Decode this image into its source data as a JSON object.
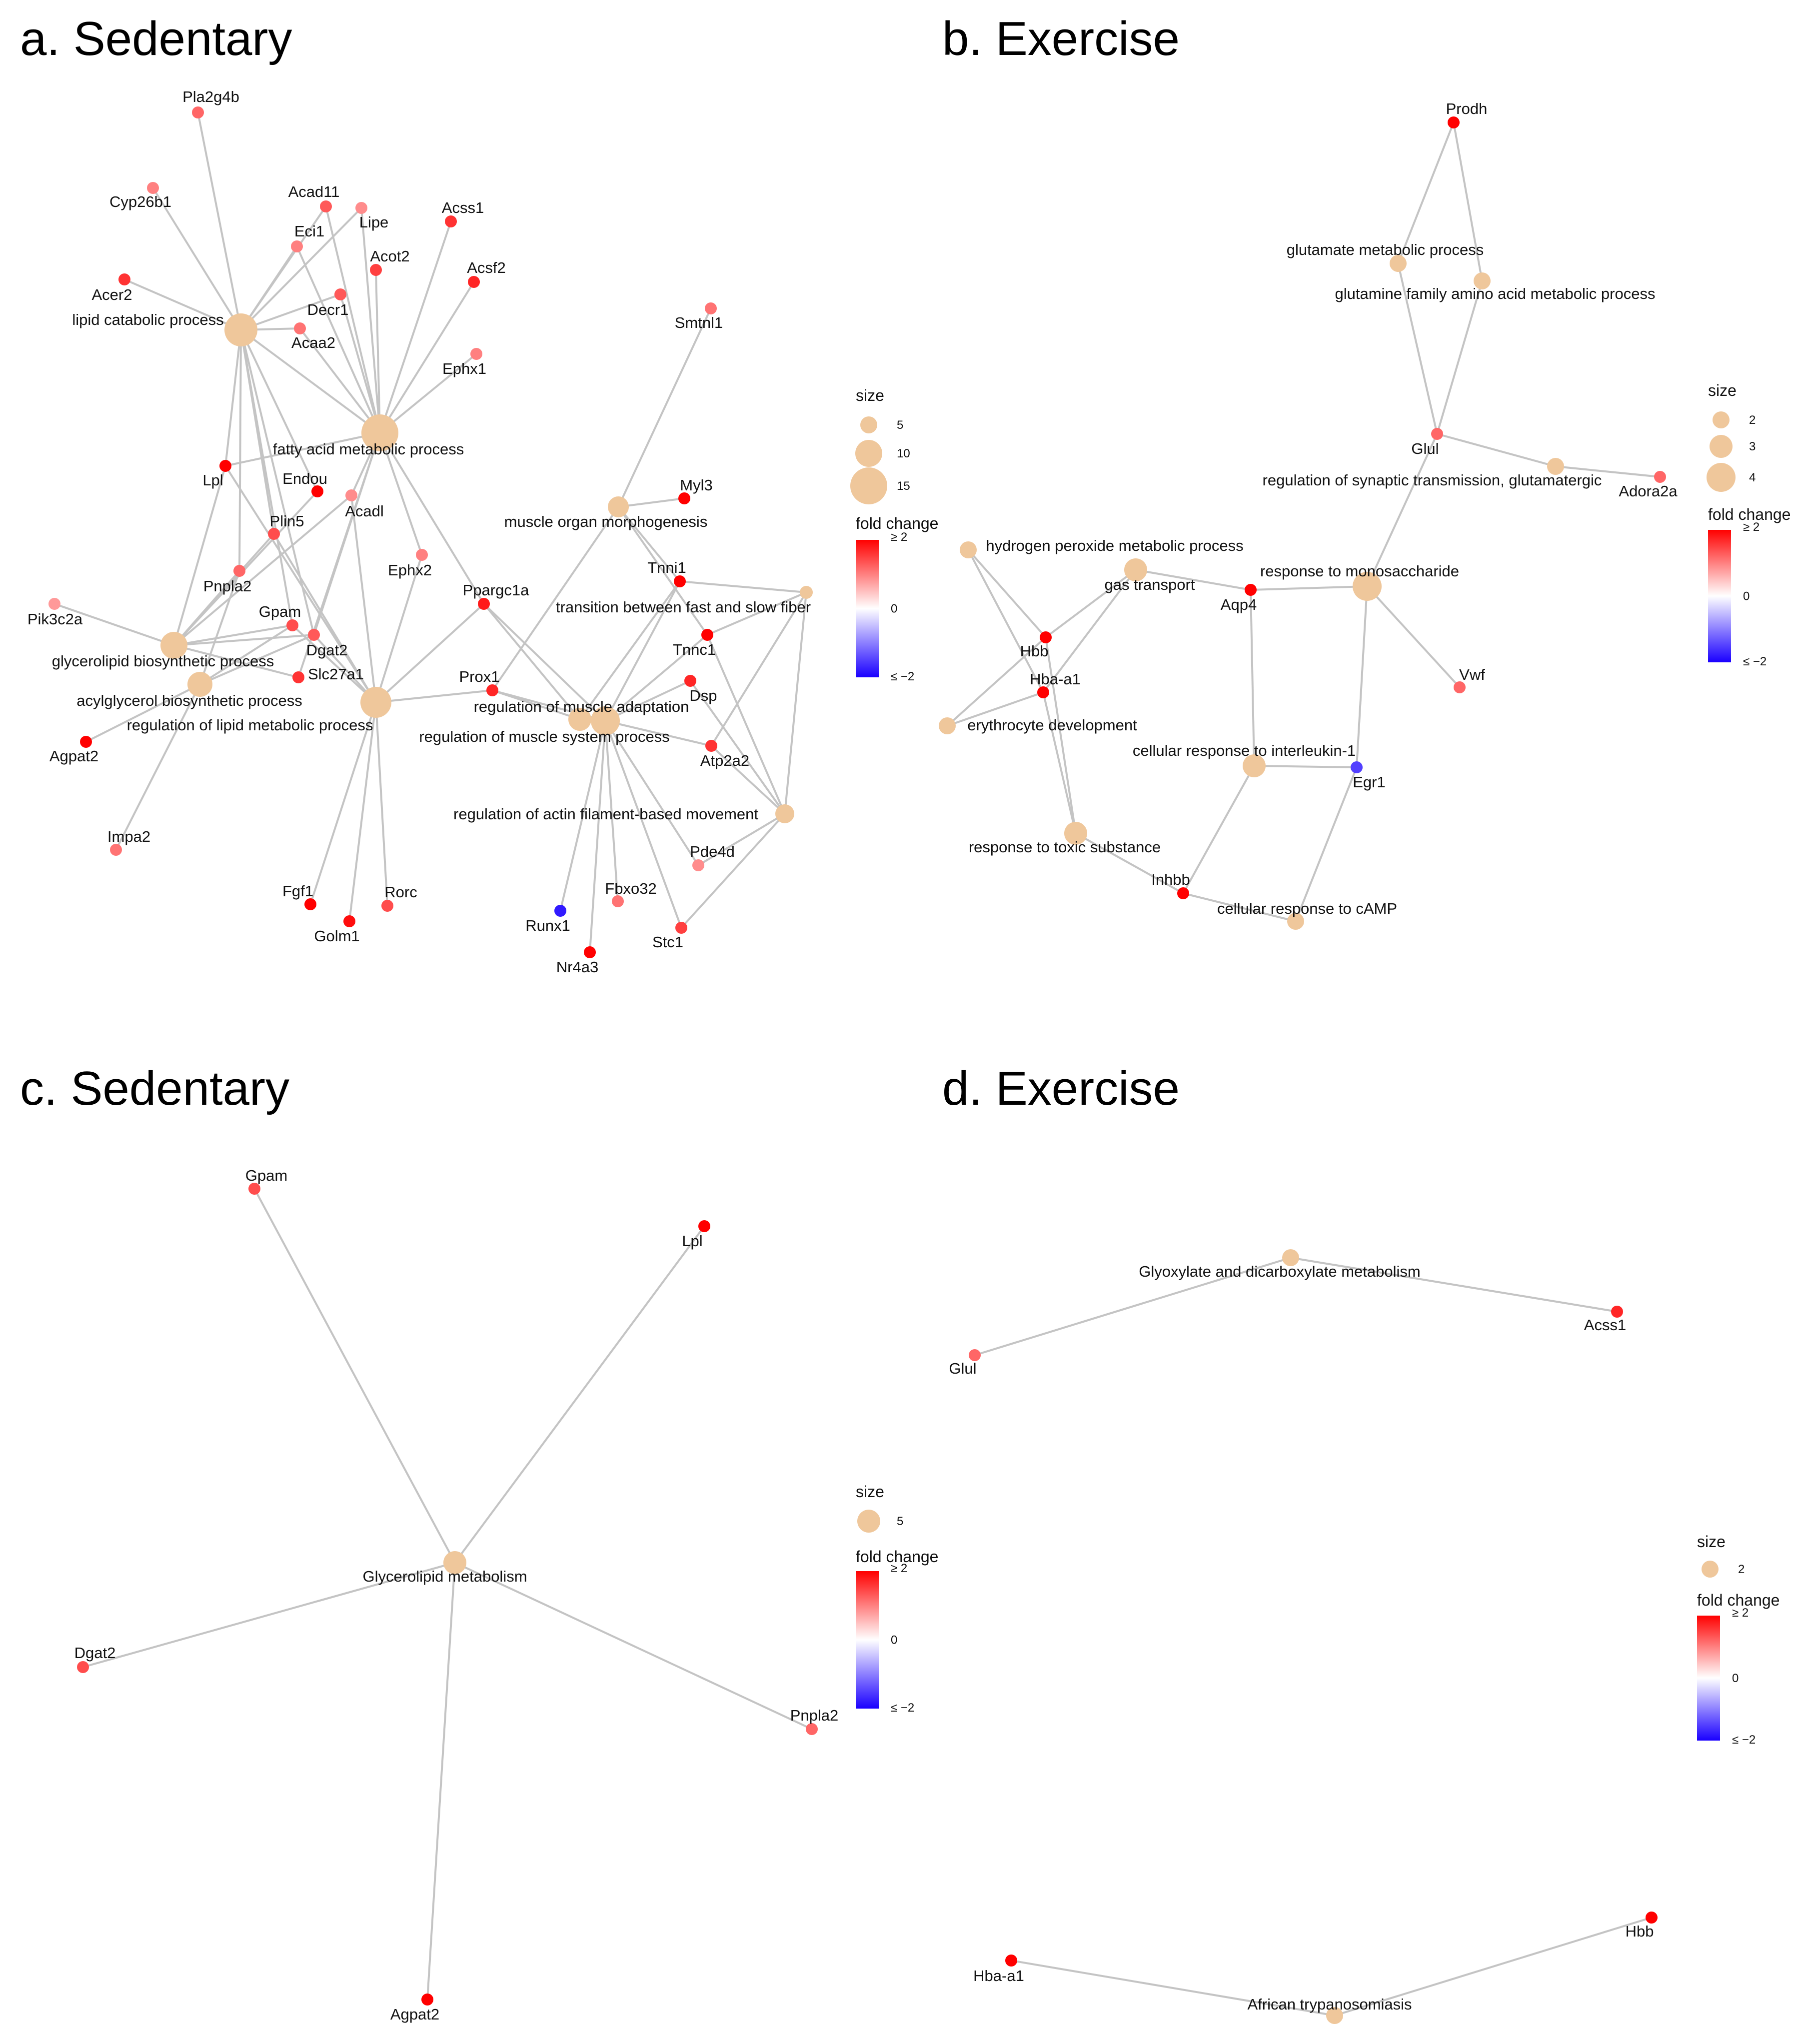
{
  "colors": {
    "term": "#efc79b",
    "edge": "#c4c4c4",
    "fc_high": "#ff0000",
    "fc_mid": "#ffffff",
    "fc_low": "#1a00ff",
    "text": "#111111"
  },
  "legend_text": {
    "size_title": "size",
    "fc_title": "fold change",
    "fc_high": "≥ 2",
    "fc_mid": "0",
    "fc_low": "≤ −2"
  },
  "panels": [
    {
      "id": "a",
      "title": "a. Sedentary",
      "legend": {
        "sizes": [
          5,
          10,
          15
        ]
      },
      "terms": [
        {
          "id": "lcp",
          "label": "lipid catabolic process",
          "size": 13
        },
        {
          "id": "famp",
          "label": "fatty acid metabolic process",
          "size": 15
        },
        {
          "id": "gbp",
          "label": "glycerolipid biosynthetic process",
          "size": 10
        },
        {
          "id": "abp",
          "label": "acylglycerol biosynthetic process",
          "size": 9
        },
        {
          "id": "rlmp",
          "label": "regulation of lipid metabolic process",
          "size": 12
        },
        {
          "id": "mom",
          "label": "muscle organ morphogenesis",
          "size": 7
        },
        {
          "id": "tfs",
          "label": "transition between fast and slow fiber",
          "size": 3
        },
        {
          "id": "rma",
          "label": "regulation of muscle adaptation",
          "size": 8
        },
        {
          "id": "rmsp",
          "label": "regulation of muscle system process",
          "size": 11
        },
        {
          "id": "rafm",
          "label": "regulation of actin filament-based movement",
          "size": 6
        }
      ],
      "genes": [
        {
          "id": "Pla2g4b",
          "label": "Pla2g4b",
          "fc": 1.2
        },
        {
          "id": "Cyp26b1",
          "label": "Cyp26b1",
          "fc": 1.0
        },
        {
          "id": "Acad11",
          "label": "Acad11",
          "fc": 1.3
        },
        {
          "id": "Lipe",
          "label": "Lipe",
          "fc": 0.9
        },
        {
          "id": "Eci1",
          "label": "Eci1",
          "fc": 1.0
        },
        {
          "id": "Acss1",
          "label": "Acss1",
          "fc": 1.6
        },
        {
          "id": "Acot2",
          "label": "Acot2",
          "fc": 1.5
        },
        {
          "id": "Acsf2",
          "label": "Acsf2",
          "fc": 1.7
        },
        {
          "id": "Acer2",
          "label": "Acer2",
          "fc": 1.6
        },
        {
          "id": "Decr1",
          "label": "Decr1",
          "fc": 1.3
        },
        {
          "id": "Acaa2",
          "label": "Acaa2",
          "fc": 1.1
        },
        {
          "id": "Ephx1",
          "label": "Ephx1",
          "fc": 1.0
        },
        {
          "id": "Smtnl1",
          "label": "Smtnl1",
          "fc": 1.1
        },
        {
          "id": "Lpl",
          "label": "Lpl",
          "fc": 2.0
        },
        {
          "id": "Endou",
          "label": "Endou",
          "fc": 2.0
        },
        {
          "id": "Acadl",
          "label": "Acadl",
          "fc": 0.9
        },
        {
          "id": "Plin5",
          "label": "Plin5",
          "fc": 1.4
        },
        {
          "id": "Myl3",
          "label": "Myl3",
          "fc": 2.0
        },
        {
          "id": "Ephx2",
          "label": "Ephx2",
          "fc": 1.0
        },
        {
          "id": "Pnpla2",
          "label": "Pnpla2",
          "fc": 1.2
        },
        {
          "id": "Tnni1",
          "label": "Tnni1",
          "fc": 2.0
        },
        {
          "id": "Ppargc1a",
          "label": "Ppargc1a",
          "fc": 1.8
        },
        {
          "id": "Pik3c2a",
          "label": "Pik3c2a",
          "fc": 0.8
        },
        {
          "id": "Gpam",
          "label": "Gpam",
          "fc": 1.4
        },
        {
          "id": "Dgat2",
          "label": "Dgat2",
          "fc": 1.3
        },
        {
          "id": "Tnnc1",
          "label": "Tnnc1",
          "fc": 2.0
        },
        {
          "id": "Slc27a1",
          "label": "Slc27a1",
          "fc": 1.6
        },
        {
          "id": "Dsp",
          "label": "Dsp",
          "fc": 1.7
        },
        {
          "id": "Prox1",
          "label": "Prox1",
          "fc": 1.7
        },
        {
          "id": "Agpat2",
          "label": "Agpat2",
          "fc": 2.0
        },
        {
          "id": "Atp2a2",
          "label": "Atp2a2",
          "fc": 1.6
        },
        {
          "id": "Impa2",
          "label": "Impa2",
          "fc": 1.1
        },
        {
          "id": "Pde4d",
          "label": "Pde4d",
          "fc": 0.9
        },
        {
          "id": "Fgf1",
          "label": "Fgf1",
          "fc": 2.0
        },
        {
          "id": "Rorc",
          "label": "Rorc",
          "fc": 1.4
        },
        {
          "id": "Fbxo32",
          "label": "Fbxo32",
          "fc": 1.1
        },
        {
          "id": "Golm1",
          "label": "Golm1",
          "fc": 1.9
        },
        {
          "id": "Runx1",
          "label": "Runx1",
          "fc": -1.8
        },
        {
          "id": "Stc1",
          "label": "Stc1",
          "fc": 1.5
        },
        {
          "id": "Nr4a3",
          "label": "Nr4a3",
          "fc": 2.0
        }
      ],
      "edges": [
        [
          "lcp",
          "Pla2g4b"
        ],
        [
          "lcp",
          "Cyp26b1"
        ],
        [
          "lcp",
          "Acer2"
        ],
        [
          "lcp",
          "Acad11"
        ],
        [
          "lcp",
          "Lipe"
        ],
        [
          "lcp",
          "Eci1"
        ],
        [
          "lcp",
          "Decr1"
        ],
        [
          "lcp",
          "Acaa2"
        ],
        [
          "lcp",
          "Lpl"
        ],
        [
          "lcp",
          "Plin5"
        ],
        [
          "lcp",
          "Pnpla2"
        ],
        [
          "lcp",
          "Dgat2"
        ],
        [
          "lcp",
          "Gpam"
        ],
        [
          "lcp",
          "Endou"
        ],
        [
          "lcp",
          "famp"
        ],
        [
          "famp",
          "Acad11"
        ],
        [
          "famp",
          "Lipe"
        ],
        [
          "famp",
          "Eci1"
        ],
        [
          "famp",
          "Acss1"
        ],
        [
          "famp",
          "Acot2"
        ],
        [
          "famp",
          "Acsf2"
        ],
        [
          "famp",
          "Decr1"
        ],
        [
          "famp",
          "Acaa2"
        ],
        [
          "famp",
          "Ephx1"
        ],
        [
          "famp",
          "Acadl"
        ],
        [
          "famp",
          "Ephx2"
        ],
        [
          "famp",
          "Ppargc1a"
        ],
        [
          "famp",
          "Lpl"
        ],
        [
          "famp",
          "Dgat2"
        ],
        [
          "famp",
          "Slc27a1"
        ],
        [
          "gbp",
          "Pik3c2a"
        ],
        [
          "gbp",
          "Lpl"
        ],
        [
          "gbp",
          "Plin5"
        ],
        [
          "gbp",
          "Pnpla2"
        ],
        [
          "gbp",
          "Gpam"
        ],
        [
          "gbp",
          "Dgat2"
        ],
        [
          "gbp",
          "Slc27a1"
        ],
        [
          "gbp",
          "Acadl"
        ],
        [
          "gbp",
          "Endou"
        ],
        [
          "abp",
          "Gpam"
        ],
        [
          "abp",
          "Dgat2"
        ],
        [
          "abp",
          "Agpat2"
        ],
        [
          "abp",
          "Impa2"
        ],
        [
          "abp",
          "Pnpla2"
        ],
        [
          "rlmp",
          "Plin5"
        ],
        [
          "rlmp",
          "Acadl"
        ],
        [
          "rlmp",
          "Ephx2"
        ],
        [
          "rlmp",
          "Ppargc1a"
        ],
        [
          "rlmp",
          "Fgf1"
        ],
        [
          "rlmp",
          "Golm1"
        ],
        [
          "rlmp",
          "Rorc"
        ],
        [
          "rlmp",
          "Prox1"
        ],
        [
          "rlmp",
          "Lpl"
        ],
        [
          "rlmp",
          "Gpam"
        ],
        [
          "rlmp",
          "Dgat2"
        ],
        [
          "mom",
          "Smtnl1"
        ],
        [
          "mom",
          "Myl3"
        ],
        [
          "mom",
          "Tnni1"
        ],
        [
          "mom",
          "Tnnc1"
        ],
        [
          "mom",
          "Prox1"
        ],
        [
          "tfs",
          "Tnni1"
        ],
        [
          "tfs",
          "Tnnc1"
        ],
        [
          "tfs",
          "Atp2a2"
        ],
        [
          "rma",
          "Tnni1"
        ],
        [
          "rma",
          "Ppargc1a"
        ],
        [
          "rma",
          "Prox1"
        ],
        [
          "rmsp",
          "Tnni1"
        ],
        [
          "rmsp",
          "Tnnc1"
        ],
        [
          "rmsp",
          "Dsp"
        ],
        [
          "rmsp",
          "Atp2a2"
        ],
        [
          "rmsp",
          "Runx1"
        ],
        [
          "rmsp",
          "Nr4a3"
        ],
        [
          "rmsp",
          "Fbxo32"
        ],
        [
          "rmsp",
          "Stc1"
        ],
        [
          "rmsp",
          "Ppargc1a"
        ],
        [
          "rmsp",
          "Prox1"
        ],
        [
          "rmsp",
          "Pde4d"
        ],
        [
          "rafm",
          "Tnnc1"
        ],
        [
          "rafm",
          "Dsp"
        ],
        [
          "rafm",
          "Atp2a2"
        ],
        [
          "rafm",
          "Pde4d"
        ],
        [
          "rafm",
          "Stc1"
        ],
        [
          "rafm",
          "tfs"
        ]
      ]
    },
    {
      "id": "b",
      "title": "b. Exercise",
      "legend": {
        "sizes": [
          2,
          3,
          4
        ]
      },
      "terms": [
        {
          "id": "gmp",
          "label": "glutamate metabolic process",
          "size": 2
        },
        {
          "id": "gfap",
          "label": "glutamine family amino acid metabolic process",
          "size": 2
        },
        {
          "id": "rst",
          "label": "regulation of synaptic transmission, glutamatergic",
          "size": 2
        },
        {
          "id": "hpm",
          "label": "hydrogen peroxide metabolic process",
          "size": 2
        },
        {
          "id": "gas",
          "label": "gas transport",
          "size": 3
        },
        {
          "id": "rms",
          "label": "response to monosaccharide",
          "size": 4
        },
        {
          "id": "ery",
          "label": "erythrocyte development",
          "size": 2
        },
        {
          "id": "cri",
          "label": "cellular response to interleukin-1",
          "size": 3
        },
        {
          "id": "rts",
          "label": "response to toxic substance",
          "size": 3
        },
        {
          "id": "crc",
          "label": "cellular response to cAMP",
          "size": 2
        }
      ],
      "genes": [
        {
          "id": "Prodh",
          "label": "Prodh",
          "fc": 2.0
        },
        {
          "id": "Glul",
          "label": "Glul",
          "fc": 1.2
        },
        {
          "id": "Adora2a",
          "label": "Adora2a",
          "fc": 1.2
        },
        {
          "id": "Aqp4",
          "label": "Aqp4",
          "fc": 2.0
        },
        {
          "id": "Hbb",
          "label": "Hbb",
          "fc": 2.0
        },
        {
          "id": "Hba-a1",
          "label": "Hba-a1",
          "fc": 2.0
        },
        {
          "id": "Vwf",
          "label": "Vwf",
          "fc": 1.2
        },
        {
          "id": "Egr1",
          "label": "Egr1",
          "fc": -1.5
        },
        {
          "id": "Inhbb",
          "label": "Inhbb",
          "fc": 2.0
        }
      ],
      "edges": [
        [
          "Prodh",
          "gmp"
        ],
        [
          "Prodh",
          "gfap"
        ],
        [
          "gmp",
          "Glul"
        ],
        [
          "gfap",
          "Glul"
        ],
        [
          "Glul",
          "rst"
        ],
        [
          "rst",
          "Adora2a"
        ],
        [
          "Glul",
          "rms"
        ],
        [
          "rms",
          "Aqp4"
        ],
        [
          "rms",
          "Vwf"
        ],
        [
          "rms",
          "Egr1"
        ],
        [
          "gas",
          "Aqp4"
        ],
        [
          "gas",
          "Hbb"
        ],
        [
          "gas",
          "Hba-a1"
        ],
        [
          "hpm",
          "Hbb"
        ],
        [
          "hpm",
          "Hba-a1"
        ],
        [
          "ery",
          "Hbb"
        ],
        [
          "ery",
          "Hba-a1"
        ],
        [
          "rts",
          "Hbb"
        ],
        [
          "rts",
          "Hba-a1"
        ],
        [
          "rts",
          "Inhbb"
        ],
        [
          "cri",
          "Aqp4"
        ],
        [
          "cri",
          "Egr1"
        ],
        [
          "cri",
          "Inhbb"
        ],
        [
          "crc",
          "Inhbb"
        ],
        [
          "crc",
          "Egr1"
        ]
      ]
    },
    {
      "id": "c",
      "title": "c. Sedentary",
      "legend": {
        "sizes": [
          5
        ]
      },
      "terms": [
        {
          "id": "glm",
          "label": "Glycerolipid metabolism",
          "size": 5
        }
      ],
      "genes": [
        {
          "id": "Gpam",
          "label": "Gpam",
          "fc": 1.4
        },
        {
          "id": "Lpl",
          "label": "Lpl",
          "fc": 2.0
        },
        {
          "id": "Dgat2",
          "label": "Dgat2",
          "fc": 1.4
        },
        {
          "id": "Pnpla2",
          "label": "Pnpla2",
          "fc": 1.2
        },
        {
          "id": "Agpat2",
          "label": "Agpat2",
          "fc": 2.0
        }
      ],
      "edges": [
        [
          "glm",
          "Gpam"
        ],
        [
          "glm",
          "Lpl"
        ],
        [
          "glm",
          "Dgat2"
        ],
        [
          "glm",
          "Pnpla2"
        ],
        [
          "glm",
          "Agpat2"
        ]
      ]
    },
    {
      "id": "d",
      "title": "d. Exercise",
      "legend": {
        "sizes": [
          2
        ]
      },
      "terms": [
        {
          "id": "gdm",
          "label": "Glyoxylate and dicarboxylate metabolism",
          "size": 2
        },
        {
          "id": "atr",
          "label": "African trypanosomiasis",
          "size": 2
        }
      ],
      "genes": [
        {
          "id": "Glul",
          "label": "Glul",
          "fc": 1.2
        },
        {
          "id": "Acss1",
          "label": "Acss1",
          "fc": 1.7
        },
        {
          "id": "Hba-a1",
          "label": "Hba-a1",
          "fc": 2.0
        },
        {
          "id": "Hbb",
          "label": "Hbb",
          "fc": 2.0
        }
      ],
      "edges": [
        [
          "gdm",
          "Glul"
        ],
        [
          "gdm",
          "Acss1"
        ],
        [
          "atr",
          "Hba-a1"
        ],
        [
          "atr",
          "Hbb"
        ]
      ]
    }
  ]
}
